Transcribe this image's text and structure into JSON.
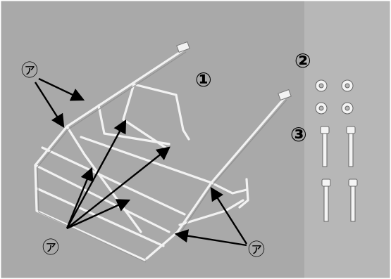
{
  "photo": {
    "background_color": "#a9a9a9",
    "right_panel_color": "#b7b7b7",
    "metal_color": "#f2f2f2"
  },
  "labels": {
    "part_1": "①",
    "part_2": "②",
    "part_3": "③",
    "callout_a": "㋐"
  },
  "callouts": [
    {
      "label": "㋐",
      "group": "upper-left"
    },
    {
      "label": "㋐",
      "group": "lower-left"
    },
    {
      "label": "㋐",
      "group": "lower-right"
    }
  ]
}
